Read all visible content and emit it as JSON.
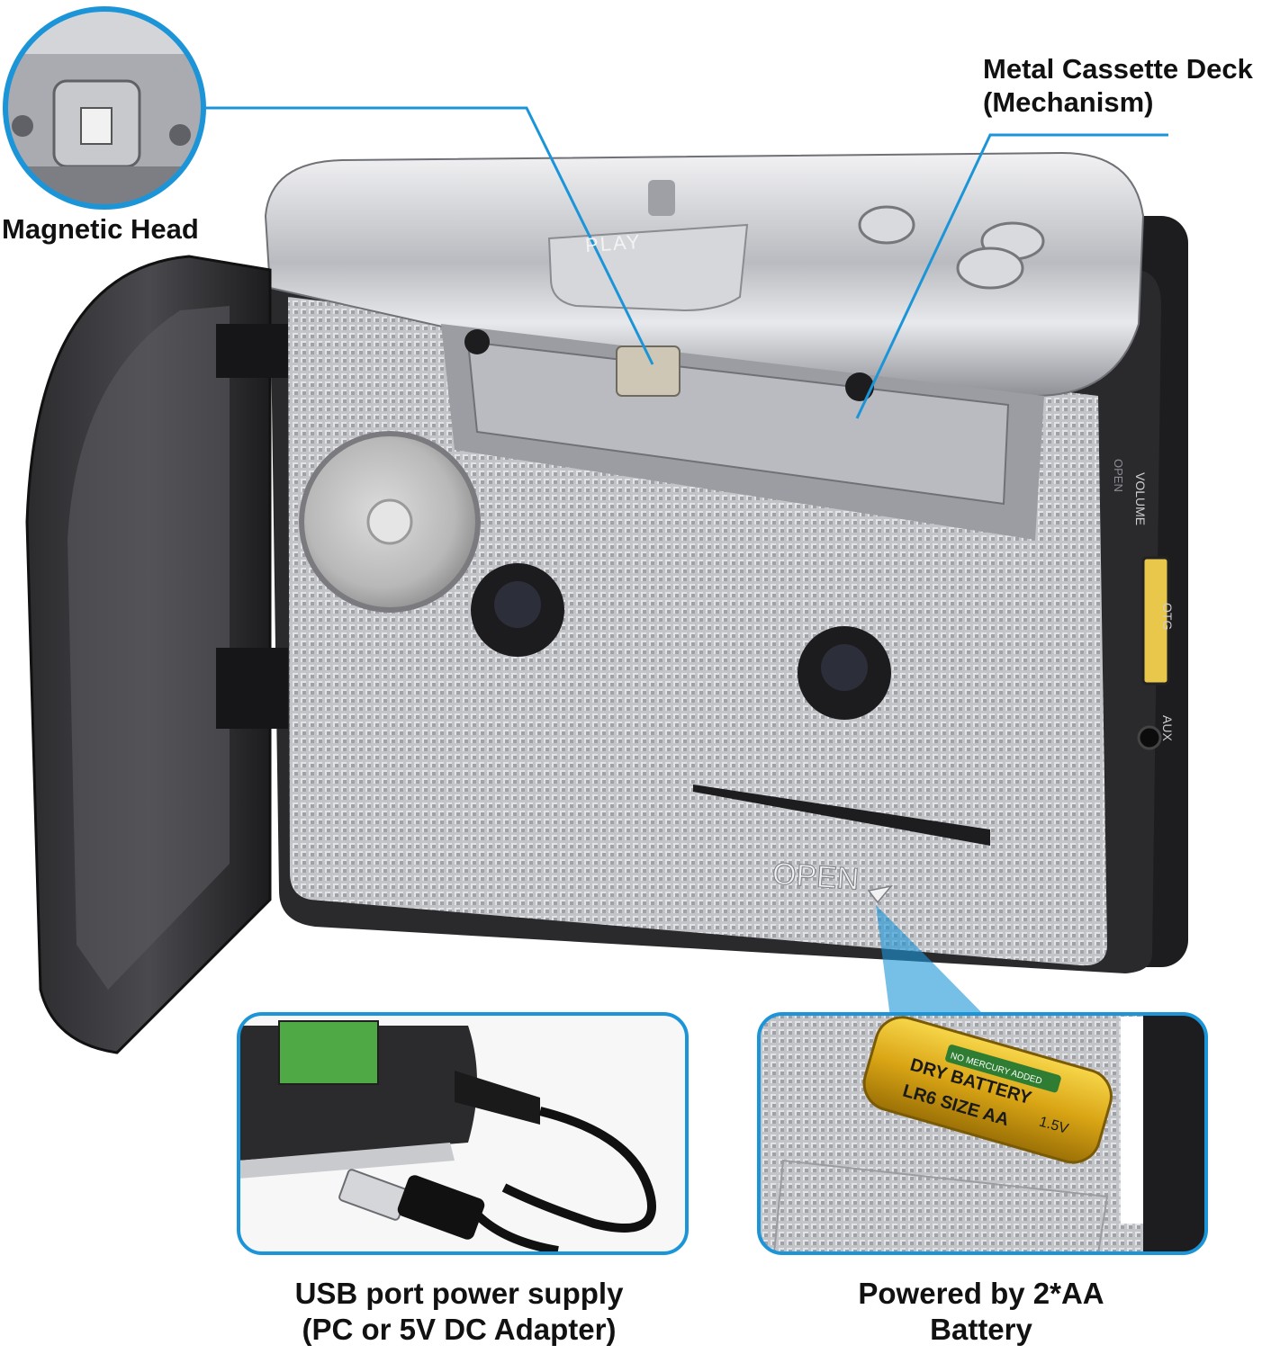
{
  "labels": {
    "magnetic_head": "Magnetic Head",
    "deck_line1": "Metal Cassette Deck",
    "deck_line2": "(Mechanism)",
    "usb_line1": "USB port power supply",
    "usb_line2": "(PC or 5V DC Adapter)",
    "battery_line1": "Powered by 2*AA",
    "battery_line2": "Battery"
  },
  "device_markings": {
    "open_main": "OPEN",
    "play_button": "PLAY",
    "volume": "VOLUME",
    "otg": "OTG",
    "aux": "AUX",
    "open_side": "OPEN"
  },
  "battery_markings": {
    "brand_line": "DRY BATTERY",
    "voltage": "1.5V",
    "size": "LR6 SIZE AA",
    "tag": "NO MERCURY ADDED"
  },
  "colors": {
    "accent_blue": "#1c95d8",
    "body_black": "#1d1d1f",
    "chrome": "#c9cace",
    "battery_gold": "#e3b21a"
  }
}
